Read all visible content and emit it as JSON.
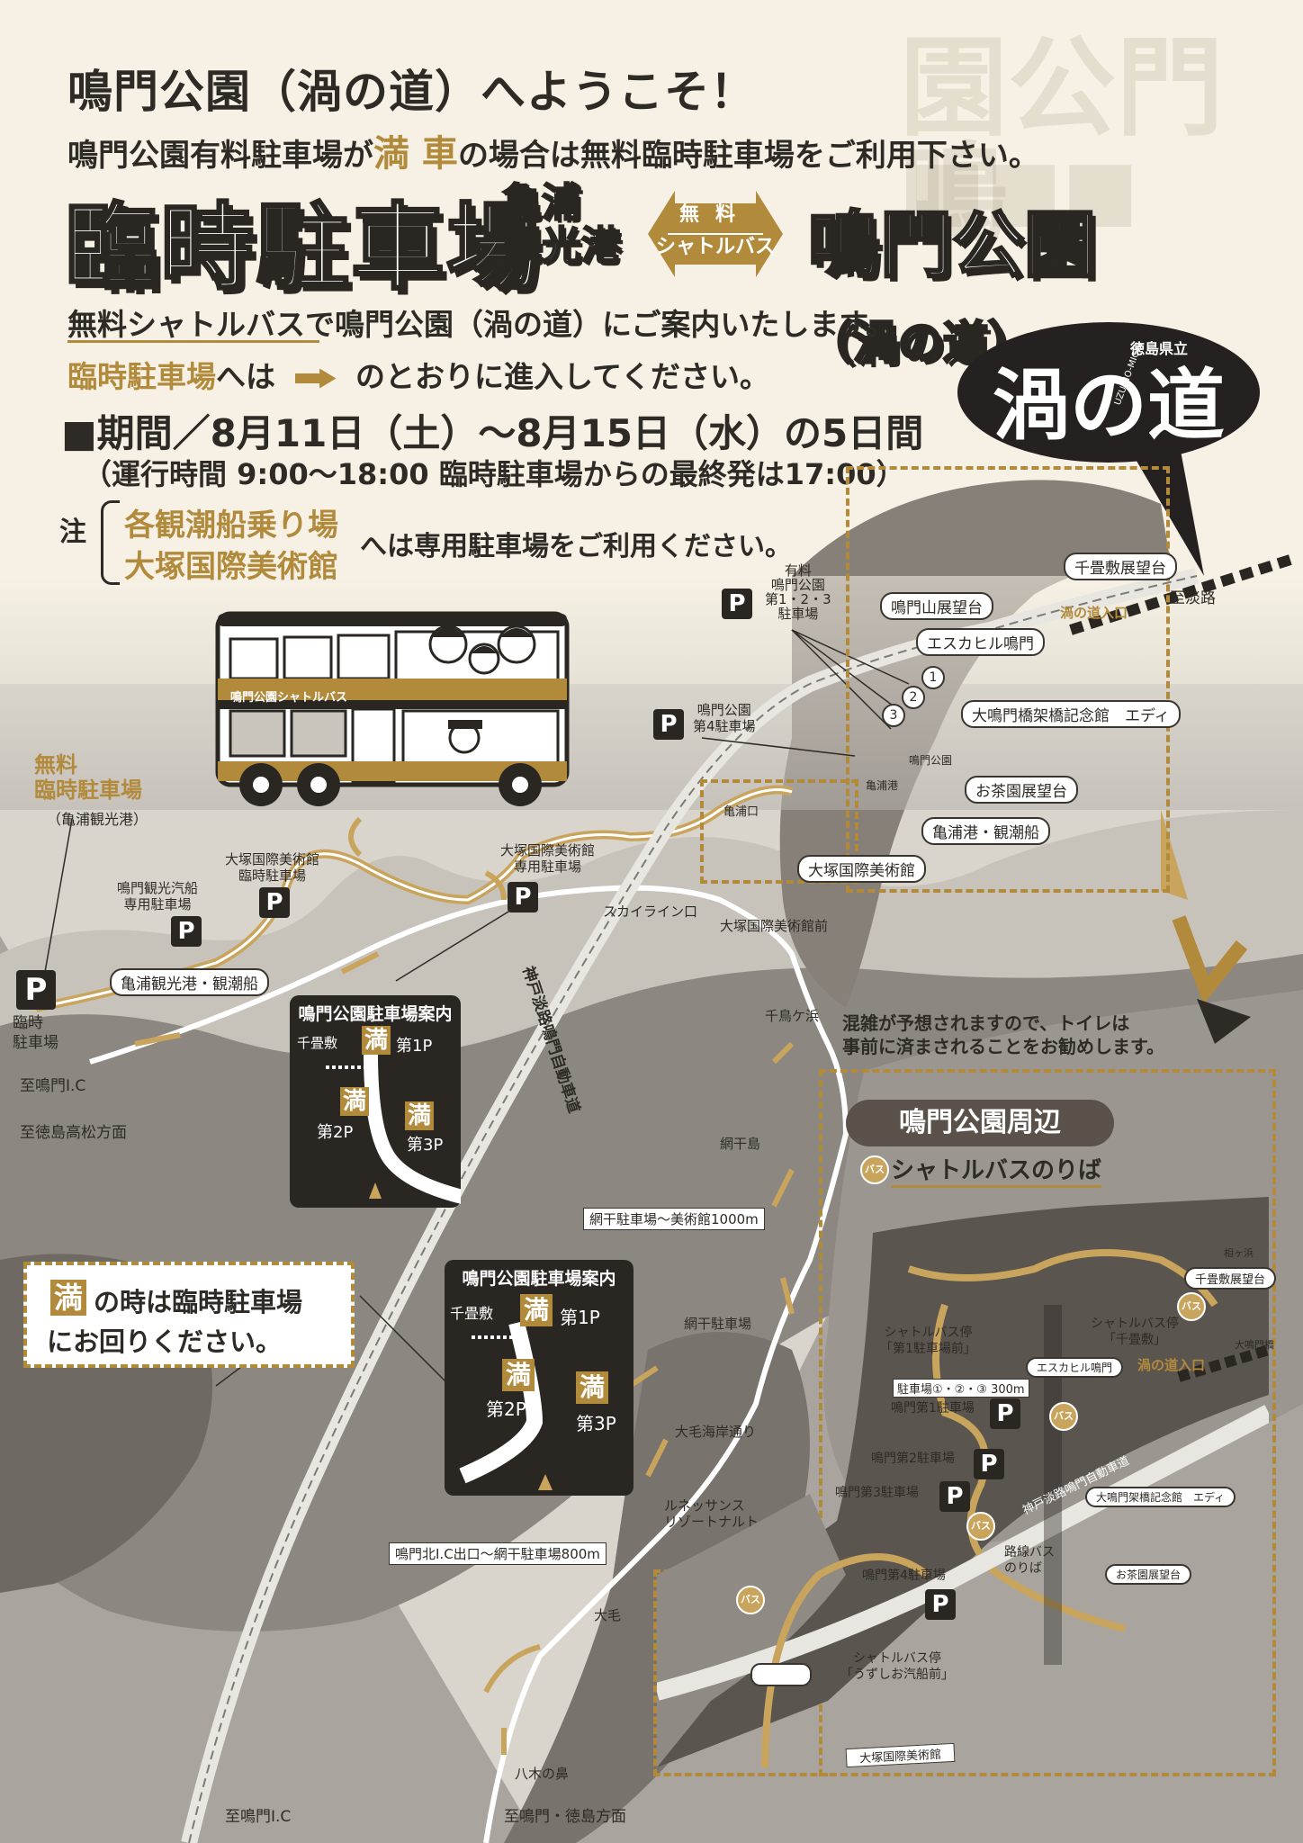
{
  "header": {
    "welcome": "鳴門公園（渦の道）へようこそ！",
    "notice_pre": "鳴門公園有料駐車場が",
    "notice_full": "満 車",
    "notice_post": "の場合は無料臨時駐車場をご利用下さい。",
    "banner_lot": "臨時駐車場",
    "banner_port_1": "亀浦",
    "banner_port_2": "観光港",
    "shuttle_top": "無料",
    "shuttle_bottom": "シャトルバス",
    "banner_park": "鳴門公園",
    "banner_park_sub": "（渦の道）",
    "guide_text": "無料シャトルバスで鳴門公園（渦の道）にご案内いたします。",
    "entry_gold": "臨時駐車場",
    "entry_mid": "へは",
    "entry_post": "のとおりに進入してください。",
    "period": "■期間／8月11日（土）～8月15日（水）の5日間",
    "hours": "（運行時間 9:00～18:00 臨時駐車場からの最終発は17:00）",
    "note_mark": "注",
    "note_item1": "各観潮船乗り場",
    "note_item2": "大塚国際美術館",
    "note_tail": "へは専用駐車場をご利用ください。"
  },
  "logo": {
    "pref": "徳島県立",
    "text": "渦の道",
    "roman": "UZU-NO-MICHI"
  },
  "bus_sign": "鳴門公園シャトルバス",
  "map": {
    "free_lot_1": "無料",
    "free_lot_2": "臨時駐車場",
    "free_lot_3": "（亀浦観光港）",
    "temp_lot": "臨時\n駐車場",
    "kameura_port": "亀浦観光港・観潮船",
    "tourist_ship_lot": "鳴門観光汽船\n専用駐車場",
    "museum_lot_1": "大塚国際美術館\n臨時駐車場",
    "museum_lot_2": "大塚国際美術館\n専用駐車場",
    "skyline": "スカイライン口",
    "museum_front": "大塚国際美術館前",
    "expressway": "神戸淡路鳴門自動車道",
    "to_naruto_ic": "至鳴門I.C",
    "to_takamatsu": "至徳島高松方面",
    "chidorigahama": "千鳥ケ浜",
    "amihoshijima": "網干島",
    "amihoshi_dist": "網干駐車場～美術館1000m",
    "amihoshi_lot": "網干駐車場",
    "omoge_road": "大毛海岸通り",
    "renaissance": "ルネッサンス\nリゾートナルト",
    "naruto_north": "鳴門北I.C出口～網干駐車場800m",
    "omoge": "大毛",
    "yagi": "八木の鼻",
    "to_naruto_ic_bottom": "至鳴門I.C",
    "to_tokushima": "至鳴門・徳島方面",
    "to_awaji": "至淡路",
    "senjojiki": "千畳敷展望台",
    "uzu_entrance": "渦の道入口",
    "narutoyama": "鳴門山展望台",
    "escahill": "エスカヒル鳴門",
    "bridge_museum": "大鳴門橋架橋記念館　エディ",
    "ochaen": "お茶園展望台",
    "kameura_ship": "亀浦港・観潮船",
    "otsuka_museum": "大塚国際美術館",
    "paid_lots": "有料\n鳴門公園\n第1・2・3\n駐車場",
    "lot4": "鳴門公園\n第4駐車場",
    "naruto_park": "鳴門公園",
    "kameura_port_small": "亀浦港",
    "kameura_gate": "亀浦口",
    "crowd_note": "混雑が予想されますので、トイレは\n事前に済まされることをお勧めします。",
    "guide_title": "鳴門公園駐車場案内",
    "guide_senjo": "千畳敷",
    "full_char": "満",
    "p1": "第1P",
    "p2": "第2P",
    "p3": "第3P",
    "full_notice_1": "の時は臨時駐車場",
    "full_notice_2": "にお回りください。"
  },
  "inset": {
    "title": "鳴門公園周辺",
    "subtitle": "シャトルバスのりば",
    "bus": "バス",
    "aiba": "相ヶ浜",
    "senjojiki": "千畳敷展望台",
    "stop_lot1": "シャトルバス停\n「第1駐車場前」",
    "stop_senjo": "シャトルバス停\n「千畳敷」",
    "naruto_bridge": "大鳴門橋",
    "escahill": "エスカヒル鳴門",
    "uzu_entrance": "渦の道入口",
    "lots_dist": "駐車場①・②・③ 300m",
    "lot1": "鳴門第1駐車場",
    "lot2": "鳴門第2駐車場",
    "lot3": "鳴門第3駐車場",
    "lot4": "鳴門第4駐車場",
    "expressway": "神戸淡路鳴門自動車道",
    "bridge_museum": "大鳴門架橋記念館　エディ",
    "route_bus": "路線バス\nのりば",
    "ochaen": "お茶園展望台",
    "stop_kisen": "シャトルバス停\n「うずしお汽船前」",
    "otsuka": "大塚国際美術館"
  },
  "colors": {
    "gold": "#b28a3c",
    "dark": "#2a2622",
    "paper": "#f6f1e4"
  }
}
